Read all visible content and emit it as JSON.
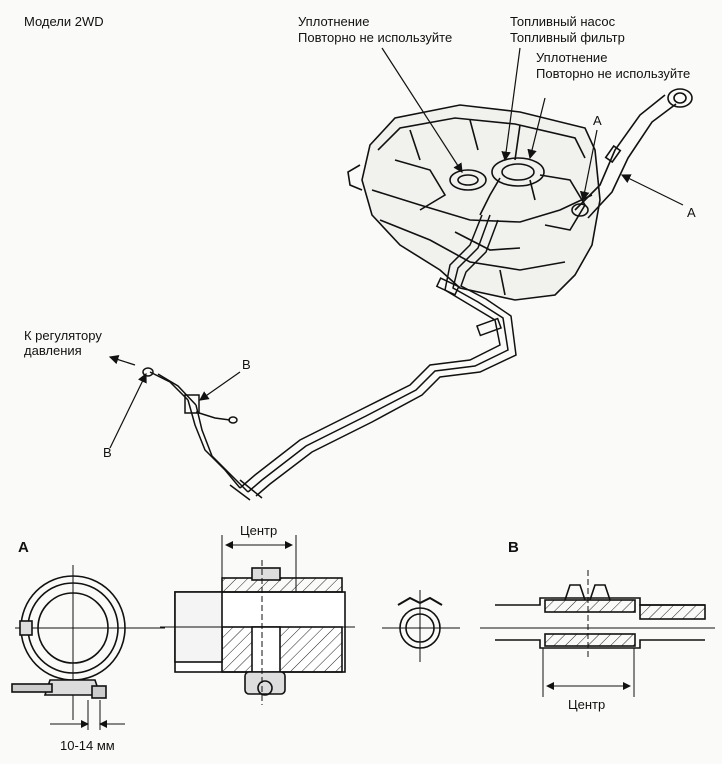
{
  "title": "Модели 2WD",
  "labels": {
    "seal_left_1": "Уплотнение",
    "seal_left_2": "Повторно не используйте",
    "pump": "Топливный насос",
    "filter": "Топливный фильтр",
    "seal_right_1": "Уплотнение",
    "seal_right_2": "Повторно не используйте",
    "regulator_1": "К регулятору",
    "regulator_2": "давления",
    "point_a1": "A",
    "point_a2": "A",
    "point_b1": "B",
    "point_b2": "B"
  },
  "detail_a": {
    "title": "A",
    "center_label": "Центр",
    "dimension_label": "10-14 мм"
  },
  "detail_b": {
    "title": "B",
    "center_label": "Центр"
  }
}
